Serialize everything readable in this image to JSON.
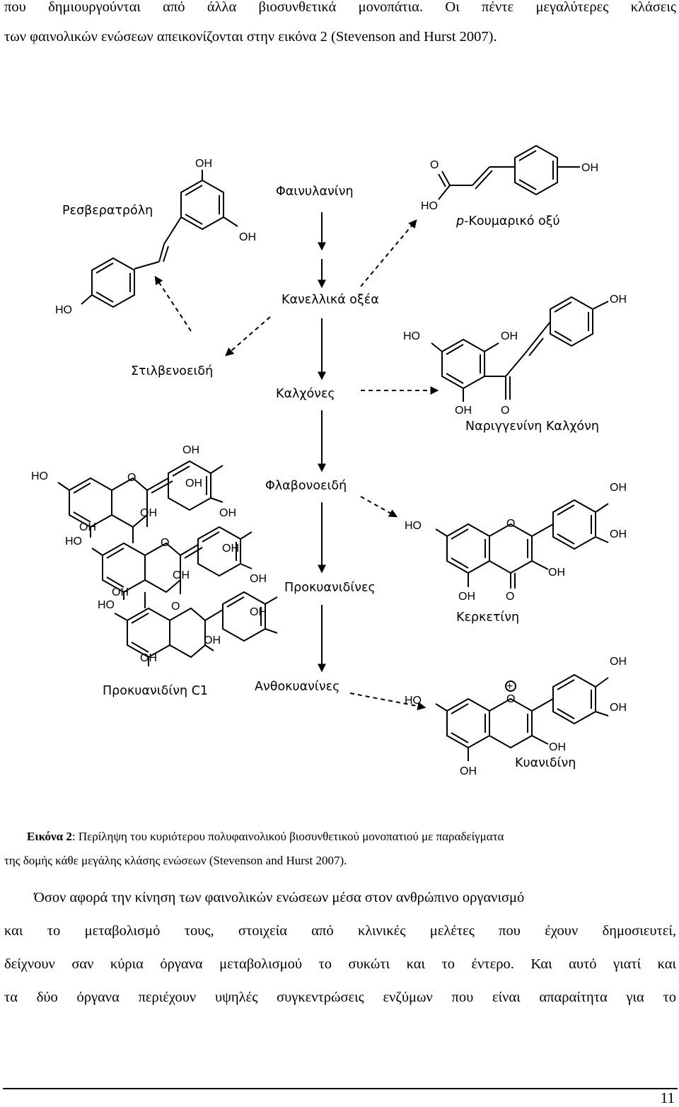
{
  "top_text": {
    "line1": "που δημιουργούνται από άλλα βιοσυνθετικά μονοπάτια. Οι πέντε μεγαλύτερες κλάσεις",
    "line2": "των φαινολικών ενώσεων απεικονίζονται στην εικόνα 2 (Stevenson and Hurst 2007)."
  },
  "figure": {
    "pathway": [
      "Φαινυλανίνη",
      "Κανελλικά οξέα",
      "Καλχόνες",
      "Φλαβονοειδή",
      "Προκυανιδίνες",
      "Ανθοκυανίνες"
    ],
    "stilbenoids": "Στιλβενοειδή",
    "compounds": {
      "resveratrol": "Ρεσβερατρόλη",
      "coumaric_prefix": "p-",
      "coumaric": "Κουμαρικό οξύ",
      "naringenin": "Ναριγγενίνη Καλχόνη",
      "procyanidin": "Προκυανιδίνη C1",
      "quercetin": "Κερκετίνη",
      "cyanidin": "Κυανιδίνη"
    },
    "atoms": {
      "oh": "OH",
      "ho": "HO",
      "o": "O",
      "plus": "+"
    }
  },
  "caption": {
    "label": "Εικόνα 2",
    "text1": ": Περίληψη του κυριότερου πολυφαινολικού  βιοσυνθετικού μονοπατιού με παραδείγματα",
    "text2": "της δομής κάθε μεγάλης κλάσης ενώσεων (Stevenson and Hurst 2007)."
  },
  "body_text": {
    "line1": "Όσον αφορά την κίνηση των φαινολικών ενώσεων μέσα στον ανθρώπινο οργανισμό",
    "line2": "και το μεταβολισμό τους, στοιχεία από κλινικές μελέτες που έχουν δημοσιευτεί,",
    "line3": "δείχνουν σαν κύρια όργανα μεταβολισμού το συκώτι και το έντερο. Και αυτό γιατί και",
    "line4": "τα δύο όργανα περιέχουν υψηλές συγκεντρώσεις ενζύμων που είναι απαραίτητα για το"
  },
  "page_number": "11"
}
